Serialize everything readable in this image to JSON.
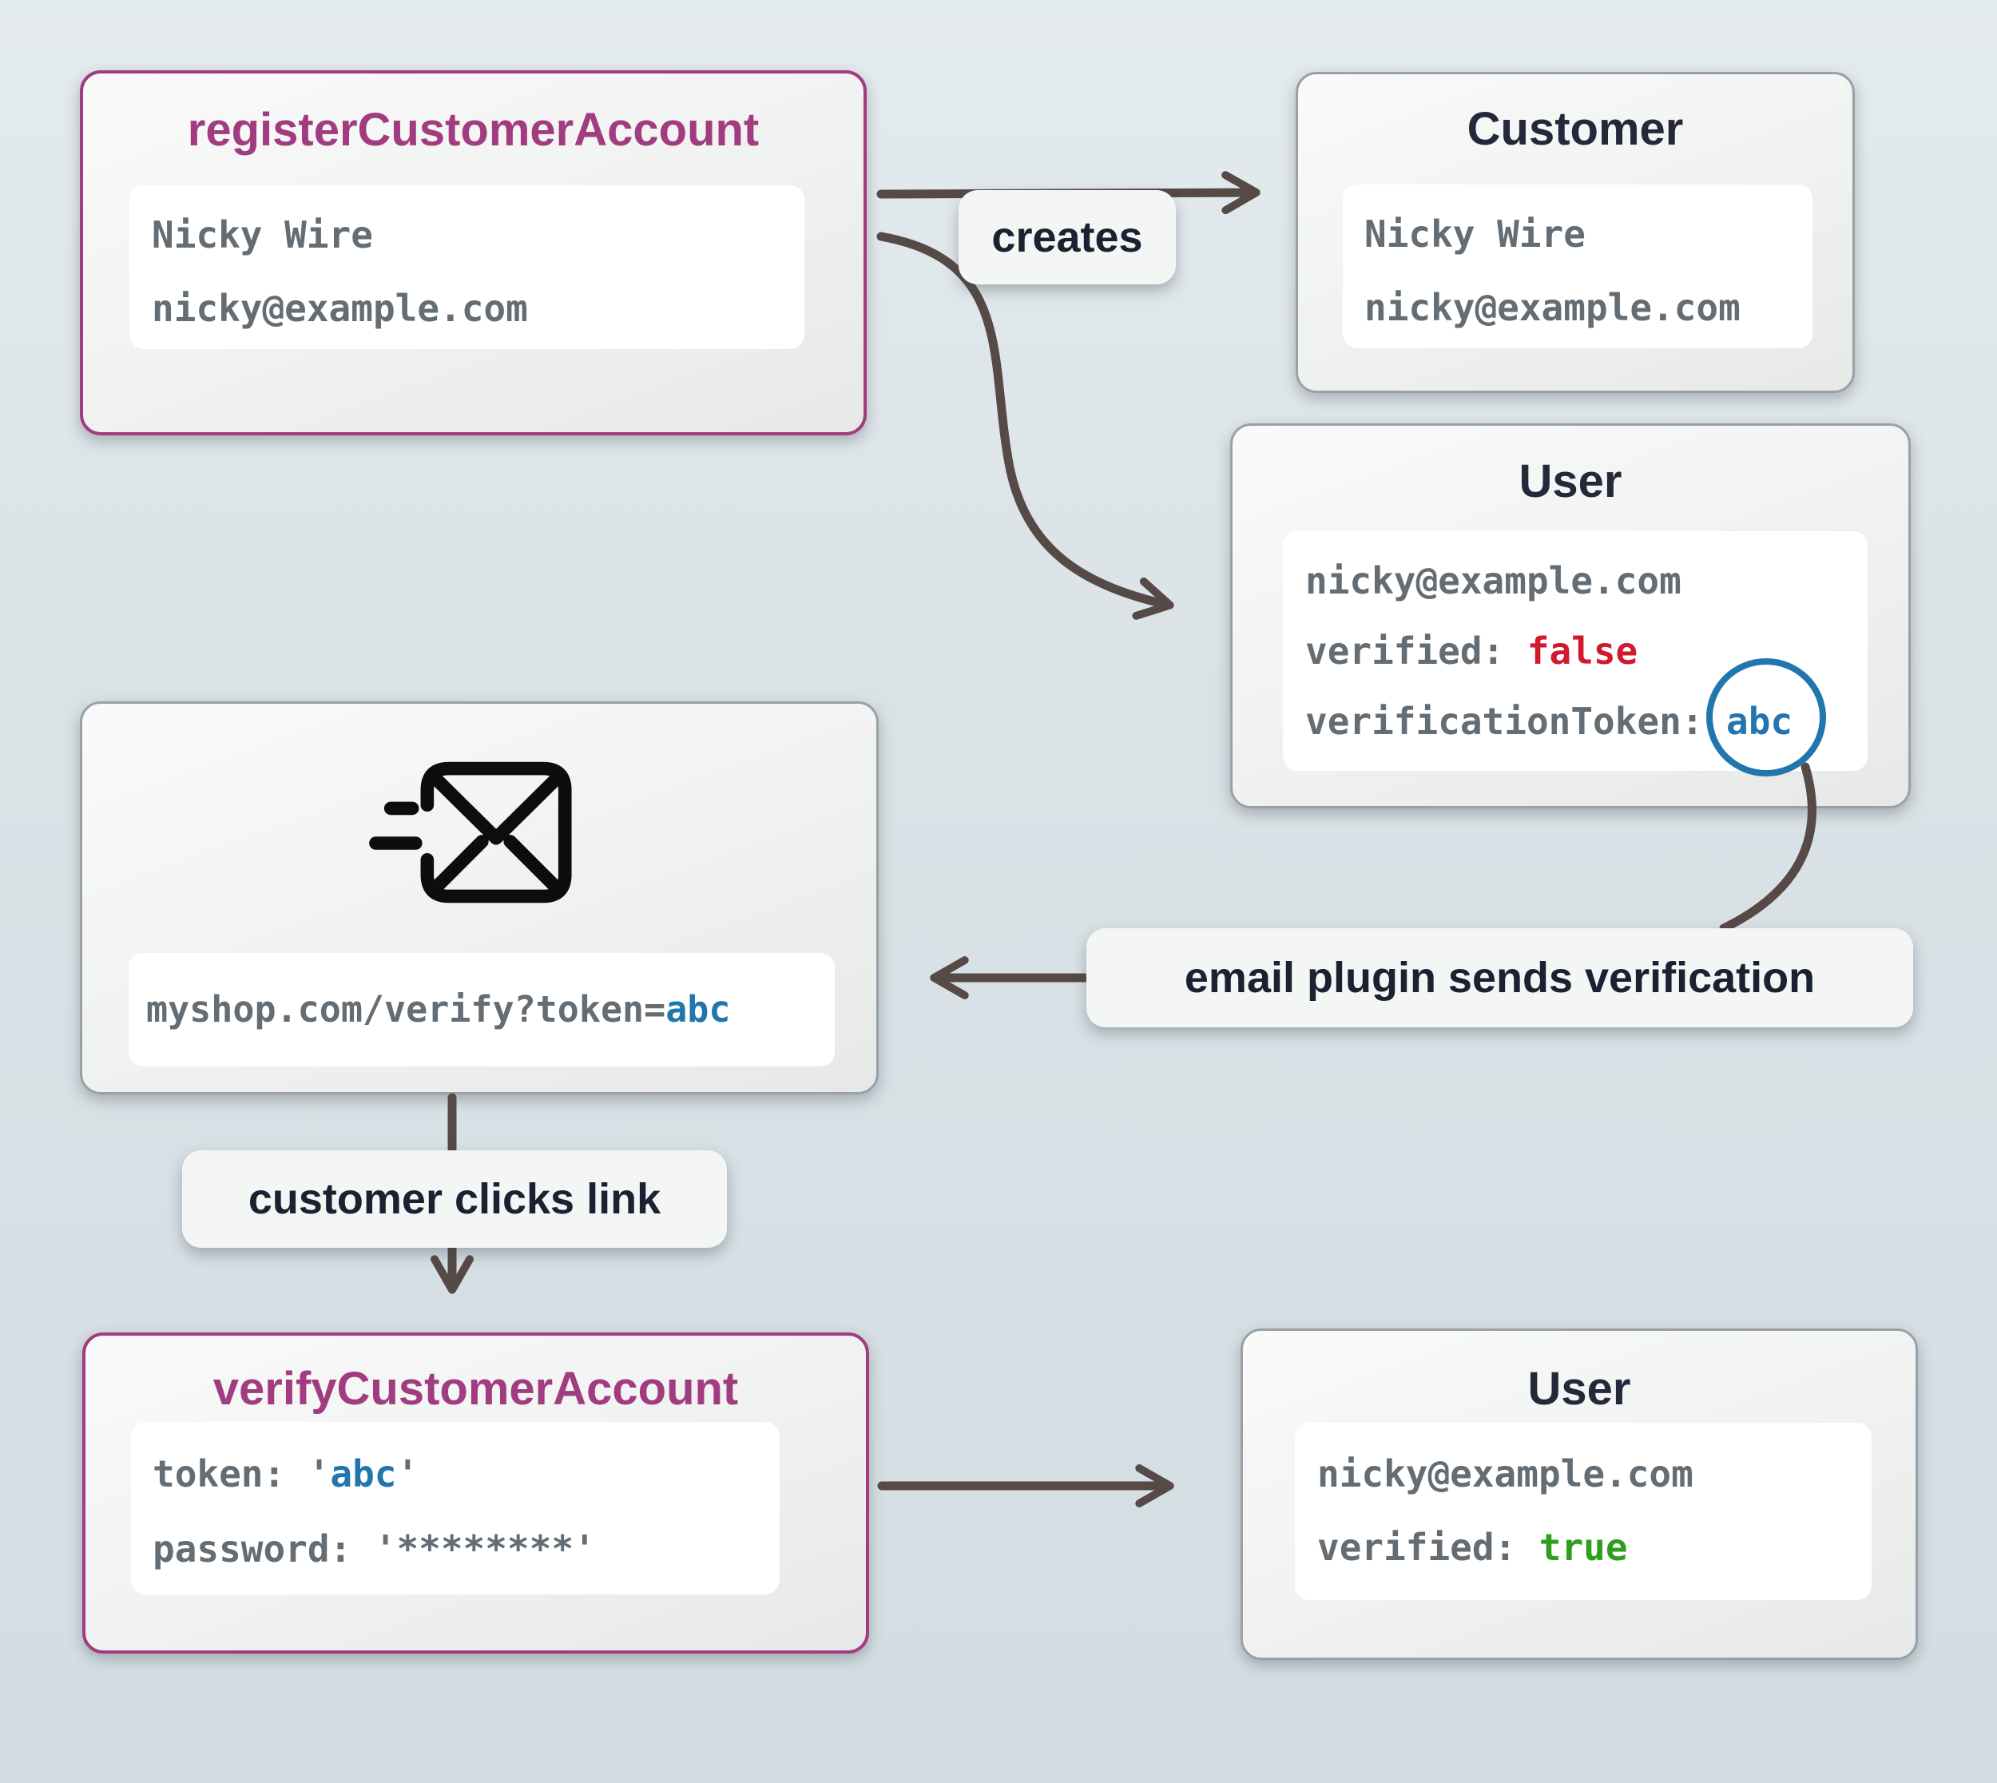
{
  "colors": {
    "background_top": "#e4ebee",
    "background_bottom": "#d3dde2",
    "box_border": "#98a1a7",
    "operation_border": "#a13c80",
    "operation_title": "#a13c80",
    "entity_title": "#232938",
    "code_text": "#646d74",
    "false_red": "#d11a2d",
    "true_green": "#2f9e1f",
    "token_blue": "#2176ae",
    "arrow": "#564a46",
    "label_text": "#1a2130",
    "icon_black": "#0d0d0d"
  },
  "operations": {
    "register": {
      "title": "registerCustomerAccount",
      "name": "Nicky Wire",
      "email": "nicky@example.com"
    },
    "verify": {
      "title": "verifyCustomerAccount",
      "token_label": "token:",
      "quote": "'",
      "token_value": "abc",
      "password_label": "password:",
      "password_value": "'********'"
    }
  },
  "entities": {
    "customer": {
      "title": "Customer",
      "name": "Nicky Wire",
      "email": "nicky@example.com"
    },
    "user_unverified": {
      "title": "User",
      "email": "nicky@example.com",
      "verified_label": "verified:",
      "verified_value": "false",
      "token_label": "verificationToken:",
      "token_value": "abc"
    },
    "user_verified": {
      "title": "User",
      "email": "nicky@example.com",
      "verified_label": "verified:",
      "verified_value": "true"
    }
  },
  "email_message": {
    "icon": "mail-send-icon",
    "url_prefix": "myshop.com/verify?token=",
    "token_value": "abc"
  },
  "labels": {
    "creates": "creates",
    "email_plugin": "email plugin sends verification",
    "customer_clicks": "customer clicks link"
  }
}
